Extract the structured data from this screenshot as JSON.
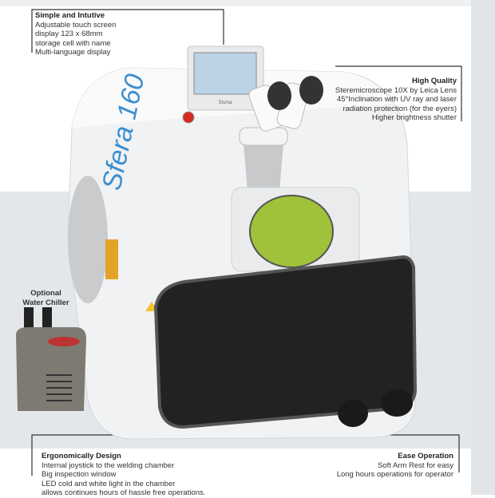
{
  "features": {
    "simple": {
      "title": "Simple and Intutive",
      "lines": [
        "Adjustable touch screen",
        "display 123 x 68mm",
        "storage cell with name",
        "Multi-language display"
      ]
    },
    "quality": {
      "title": "High Quality",
      "lines": [
        "Steremicroscope 10X by Leica Lens",
        "45°Inclination with UV ray and laser",
        "radiation protection (for the eyers)",
        "Higher brightness shutter"
      ]
    },
    "chiller": {
      "lines": [
        "Optional",
        "Water Chiller"
      ]
    },
    "ergonomic": {
      "title": "Ergonomically Design",
      "lines": [
        "Internal joystick to the welding chamber",
        "Big inspection window",
        "LED cold and white light in the chamber",
        "allows continues hours of hassle free operations."
      ]
    },
    "ease": {
      "title": "Ease Operation",
      "lines": [
        "Soft Arm Rest for easy",
        "Long hours operations for operator"
      ]
    }
  },
  "product": {
    "model_mark": "Sfera 160",
    "screen_brand": "Sisma"
  },
  "colors": {
    "band": "#e4e7ea",
    "body": "#f2f3f4",
    "window": "#9fc23a",
    "curtain": "#222222",
    "chiller": "#7d7a72",
    "logo": "#3b8fd0"
  }
}
